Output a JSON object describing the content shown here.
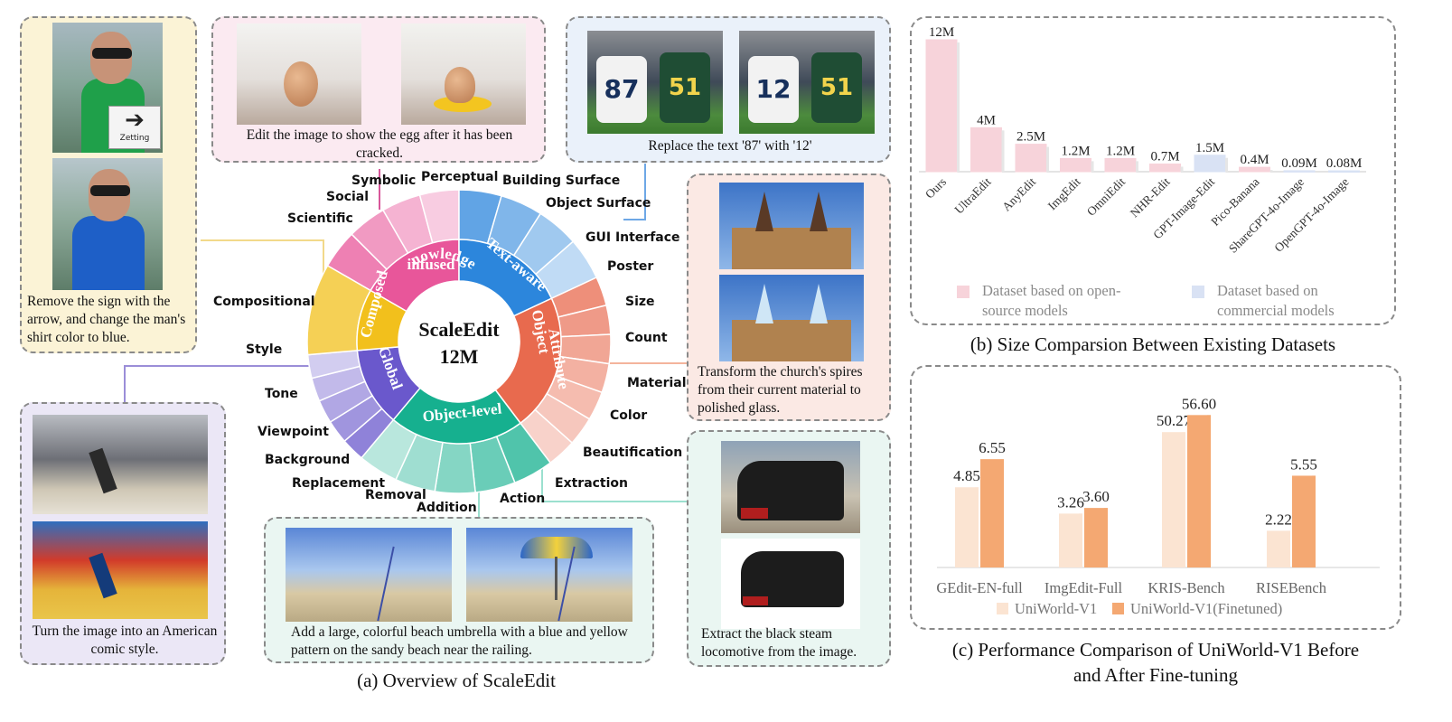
{
  "overview": {
    "center_title": "ScaleEdit",
    "center_subtitle": "12M",
    "caption": "(a) Overview of ScaleEdit",
    "categories": [
      {
        "name": "Knowledge-infused",
        "line1": "Knowledge-",
        "line2": "infused",
        "color": "#e8569a"
      },
      {
        "name": "Text-aware",
        "line1": "Text-aware",
        "line2": "",
        "color": "#2c86dc"
      },
      {
        "name": "Object Attribute",
        "line1": "Object",
        "line2": "Attribute",
        "color": "#e86a4e"
      },
      {
        "name": "Object-level",
        "line1": "Object-level",
        "line2": "",
        "color": "#16b08f"
      },
      {
        "name": "Global",
        "line1": "Global",
        "line2": "",
        "color": "#6a58cc"
      },
      {
        "name": "Composed",
        "line1": "Composed",
        "line2": "",
        "color": "#f2c01c"
      }
    ],
    "subtasks": {
      "symbolic": "Symbolic",
      "social": "Social",
      "scientific": "Scientific",
      "perceptual": "Perceptual",
      "building_surface": "Building Surface",
      "object_surface": "Object Surface",
      "gui_interface": "GUI Interface",
      "poster": "Poster",
      "size": "Size",
      "count": "Count",
      "material": "Material",
      "color": "Color",
      "beautification": "Beautification",
      "extraction": "Extraction",
      "action": "Action",
      "addition": "Addition",
      "removal": "Removal",
      "replacement": "Replacement",
      "background": "Background",
      "viewpoint": "Viewpoint",
      "tone": "Tone",
      "style": "Style",
      "compositional": "Compositional"
    },
    "examples": {
      "composed": "Remove the sign with the arrow, and change the man's shirt color to blue.",
      "knowledge": "Edit the image to show the egg after it has been cracked.",
      "text": "Replace the text '87' with '12'",
      "attribute": "Transform the church's spires from their current material to polished glass.",
      "extraction": "Extract the black steam locomotive from the image.",
      "object": "Add a large, colorful beach umbrella with a blue and yellow pattern on the sandy beach near the railing.",
      "global": "Turn the image into an American comic style."
    },
    "image_text": {
      "sign": "Zetting",
      "jersey_before": "87",
      "jersey_after": "12",
      "jersey_other": "51"
    }
  },
  "chart_data": [
    {
      "type": "bar",
      "caption": "(b) Size Comparsion Between Existing Datasets",
      "categories": [
        "Ours",
        "UltraEdit",
        "AnyEdit",
        "ImgEdit",
        "OmniEdit",
        "NHR-Edit",
        "GPT-Image-Edit",
        "Pico-Banana",
        "ShareGPT-4o-Image",
        "OpenGPT-4o-Image"
      ],
      "values": [
        12,
        4,
        2.5,
        1.2,
        1.2,
        0.7,
        1.5,
        0.4,
        0.09,
        0.08
      ],
      "data_labels": [
        "12M",
        "4M",
        "2.5M",
        "1.2M",
        "1.2M",
        "0.7M",
        "1.5M",
        "0.4M",
        "0.09M",
        "0.08M"
      ],
      "groups": [
        "open",
        "open",
        "open",
        "open",
        "open",
        "open",
        "commercial",
        "open",
        "commercial",
        "commercial"
      ],
      "legend": [
        {
          "key": "open",
          "label1": "Dataset based on open-",
          "label2": "source models",
          "color": "#f7d3da"
        },
        {
          "key": "commercial",
          "label1": "Dataset based on",
          "label2": "commercial models",
          "color": "#d9e2f4"
        }
      ],
      "ylim": [
        0,
        12
      ]
    },
    {
      "type": "bar",
      "caption_line1": "(c) Performance Comparison of UniWorld-V1 Before",
      "caption_line2": "and After Fine-tuning",
      "categories": [
        "GEdit-EN-full",
        "ImgEdit-Full",
        "KRIS-Bench",
        "RISEBench"
      ],
      "series": [
        {
          "name": "UniWorld-V1",
          "values": [
            4.85,
            3.26,
            50.27,
            2.22
          ],
          "labels": [
            "4.85",
            "3.26",
            "50.27",
            "2.22"
          ],
          "color": "#fbe4d2"
        },
        {
          "name": "UniWorld-V1(Finetuned)",
          "values": [
            6.55,
            3.6,
            56.6,
            5.55
          ],
          "labels": [
            "6.55",
            "3.60",
            "56.60",
            "5.55"
          ],
          "color": "#f4a872"
        }
      ]
    }
  ]
}
